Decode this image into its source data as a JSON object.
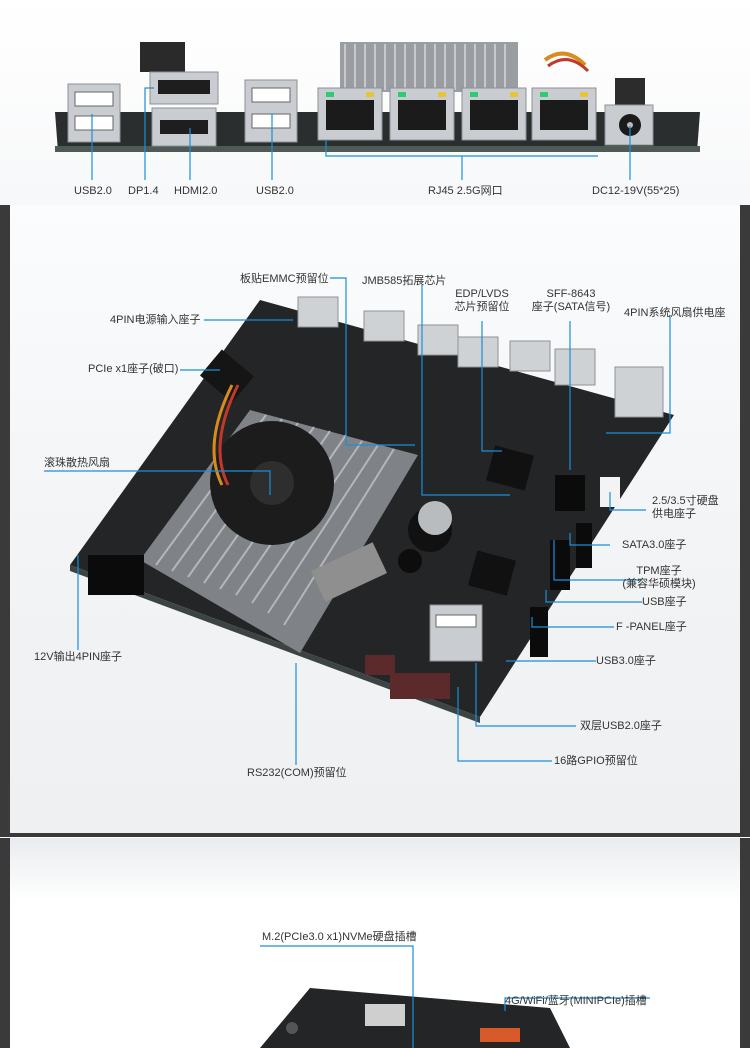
{
  "top_ports": {
    "labels": [
      "USB2.0",
      "DP1.4",
      "HDMI2.0",
      "USB2.0",
      "RJ45 2.5G网口",
      "DC12-19V(55*25)"
    ]
  },
  "board_callouts": {
    "emmc": "板贴EMMC预留位",
    "jmb585": "JMB585拓展芯片",
    "edp_line1": "EDP/LVDS",
    "edp_line2": "芯片预留位",
    "sff_line1": "SFF-8643",
    "sff_line2": "座子(SATA信号)",
    "fan_power": "4PIN系统风扇供电座",
    "power_in": "4PIN电源输入座子",
    "pcie_x1": "PCIe x1座子(破口)",
    "cooling_fan": "滚珠散热风扇",
    "hdd_power_line1": "2.5/3.5寸硬盘",
    "hdd_power_line2": "供电座子",
    "sata3": "SATA3.0座子",
    "tpm_line1": "TPM座子",
    "tpm_line2": "(兼容华硕模块)",
    "usb_header": "USB座子",
    "f_panel": "F -PANEL座子",
    "usb3_header": "USB3.0座子",
    "out_12v": "12V输出4PIN座子",
    "dual_usb2": "双层USB2.0座子",
    "gpio": "16路GPIO预留位",
    "rs232": "RS232(COM)预留位"
  },
  "bottom_callouts": {
    "m2": "M.2(PCIe3.0 x1)NVMe硬盘插槽",
    "wifi": "4G/WiFi/蓝牙(MINIPCIe)插槽"
  },
  "colors": {
    "callout_line": "#1a8fd8",
    "pcb": "#222222",
    "heatsink": "#8a8d91",
    "frame": "#3a3a3a"
  }
}
